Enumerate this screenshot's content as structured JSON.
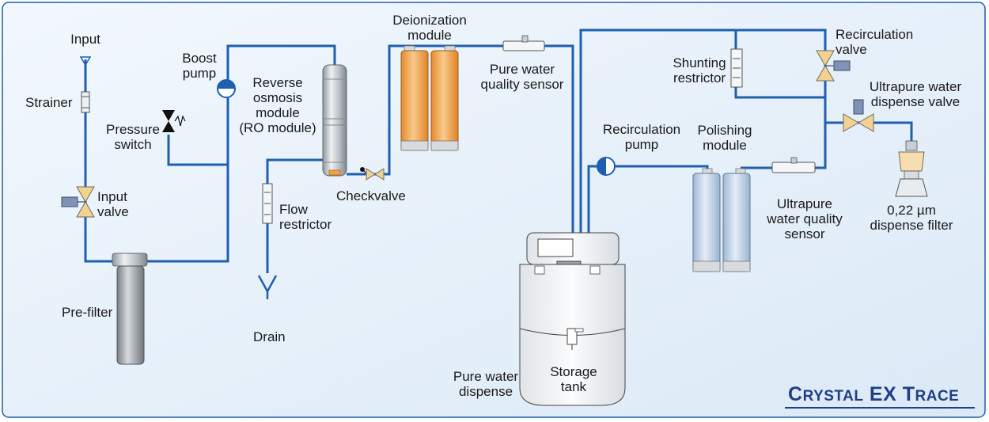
{
  "labels": {
    "input": "Input",
    "strainer": "Strainer",
    "pressure_switch": [
      "Pressure",
      "switch"
    ],
    "input_valve": [
      "Input",
      "valve"
    ],
    "pre_filter": "Pre-filter",
    "boost_pump": [
      "Boost",
      "pump"
    ],
    "ro_module": [
      "Reverse",
      "osmosis",
      "module",
      "(RO module)"
    ],
    "flow_restrictor": [
      "Flow",
      "restrictor"
    ],
    "drain": "Drain",
    "checkvalve": "Checkvalve",
    "deionization_module": [
      "Deionization",
      "module"
    ],
    "pure_water_quality_sensor": [
      "Pure water",
      "quality sensor"
    ],
    "recirculation_pump": [
      "Recirculation",
      "pump"
    ],
    "polishing_module": [
      "Polishing",
      "module"
    ],
    "storage_tank": [
      "Storage",
      "tank"
    ],
    "pure_water_dispense": [
      "Pure water",
      "dispense"
    ],
    "shunting_restrictor": [
      "Shunting",
      "restrictor"
    ],
    "recirculation_valve": [
      "Recirculation",
      "valve"
    ],
    "ultrapure_dispense_valve": [
      "Ultrapure water",
      "dispense valve"
    ],
    "ultrapure_quality_sensor": [
      "Ultrapure",
      "water quality",
      "sensor"
    ],
    "dispense_filter": [
      "0,22 µm",
      "dispense filter"
    ]
  },
  "brand": {
    "c1": "C",
    "w1": "RYSTAL",
    "c2": "EX",
    "c3": "T",
    "w3": "RACE"
  },
  "colors": {
    "pipe": "#1f5fb0",
    "background": "#e8f2fb",
    "cartridge_orange": "#f0a24a",
    "cartridge_blue": "#bcd0e6",
    "brand": "#1f3f86"
  }
}
